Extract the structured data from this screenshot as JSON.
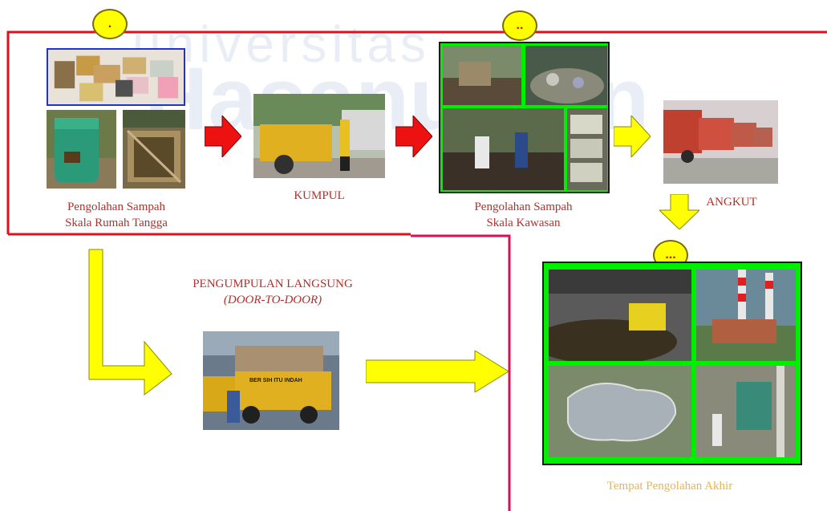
{
  "watermark": {
    "top": "universitas",
    "bottom": "Hasanuddin"
  },
  "badges": {
    "household": ".",
    "area": "..",
    "final": "..."
  },
  "captions": {
    "household_line1": "Pengolahan Sampah",
    "household_line2": "Skala Rumah Tangga",
    "collect": "KUMPUL",
    "area_line1": "Pengolahan Sampah",
    "area_line2": "Skala Kawasan",
    "transport": "ANGKUT",
    "direct_line1": "PENGUMPULAN  LANGSUNG",
    "direct_line2": "(DOOR-TO-DOOR)",
    "final": "Tempat Pengolahan Akhir"
  },
  "truck_sign": "BER SIH  ITU  INDAH",
  "colors": {
    "frame_red": "#e0101e",
    "frame_pink": "#d41058",
    "arrow_red": "#ee1111",
    "arrow_yellow": "#ffff00",
    "green_frame": "#00ee00",
    "caption_red": "#b3302a",
    "caption_gold": "#e8b54a"
  }
}
